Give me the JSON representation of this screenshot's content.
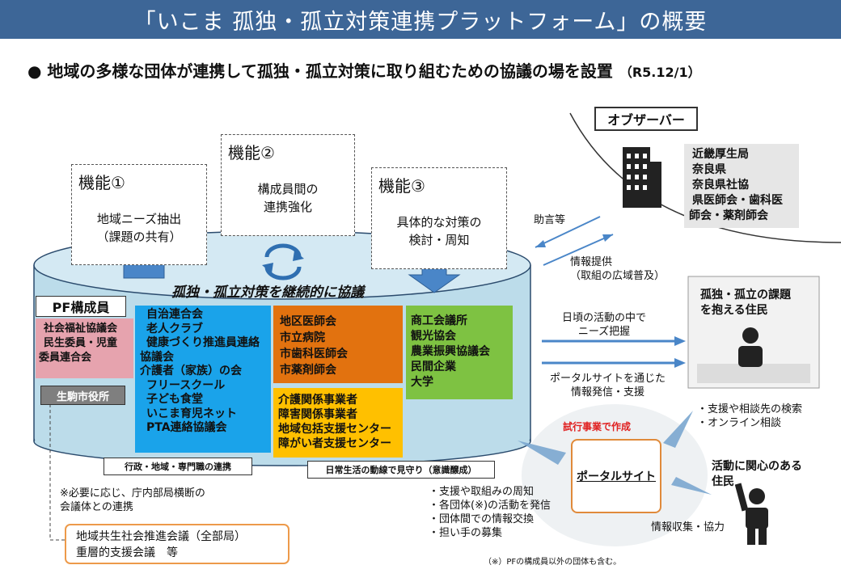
{
  "title": "「いこま 孤独・孤立対策連携プラットフォーム」の概要",
  "subtitle": {
    "bullet": "●",
    "text": "地域の多様な団体が連携して孤独・孤立対策に取り組むための協議の場を設置",
    "date": "（R5.12/1）"
  },
  "functions": [
    {
      "heading": "機能①",
      "body": [
        "地域ニーズ抽出",
        "（課題の共有）"
      ]
    },
    {
      "heading": "機能②",
      "body": [
        "構成員間の",
        "連携強化"
      ]
    },
    {
      "heading": "機能③",
      "body": [
        "具体的な対策の",
        "検討・周知"
      ]
    }
  ],
  "cylinder_caption": "孤独・孤立対策を継続的に協議",
  "pf_members": {
    "label": "PF構成員",
    "welfare": [
      "社会福祉協議会",
      "民生委員・児童",
      "委員連合会"
    ],
    "city_office": "生駒市役所"
  },
  "groups": {
    "community": [
      "自治連合会",
      "老人クラブ",
      "健康づくり推進員連絡",
      "協議会",
      "介護者（家族）の会",
      "フリースクール",
      "子ども食堂",
      "いこま育児ネット",
      "PTA連絡協議会"
    ],
    "medical": [
      "地区医師会",
      "市立病院",
      "市歯科医師会",
      "市薬剤師会"
    ],
    "care": [
      "介護関係事業者",
      "障害関係事業者",
      "地域包括支援センター",
      "障がい者支援センター"
    ],
    "business": [
      "商工会議所",
      "観光協会",
      "農業振興協議会",
      "民間企業",
      "大学"
    ]
  },
  "bottom_labels": {
    "cooperation": "行政・地域・専門職の連携",
    "watch": "日常生活の動線で見守り（意識醸成）"
  },
  "note_left": [
    "※必要に応じ、庁内部局横断の",
    "会議体との連携"
  ],
  "council": [
    "地域共生社会推進会議（全部局）",
    "重層的支援会議　等"
  ],
  "observer": {
    "label": "オブザーバー",
    "members": [
      "近畿厚生局",
      "奈良県",
      "奈良県社協",
      "県医師会・歯科医",
      "師会・薬剤師会"
    ]
  },
  "arrows": {
    "advice": "助言等",
    "info": [
      "情報提供",
      "（取組の広域普及）"
    ],
    "daily": [
      "日頃の活動の中で",
      "ニーズ把握"
    ],
    "portal": [
      "ポータルサイトを通じた",
      "情報発信・支援"
    ]
  },
  "residents": [
    "孤独・孤立の課題",
    "を抱える住民"
  ],
  "portal": {
    "trial": "試行事業で作成",
    "label": "ポータルサイト",
    "features_right": [
      "・支援や相談先の検索",
      "・オンライン相談"
    ],
    "features_left": [
      "・支援や取組みの周知",
      "・各団体(※)の活動を発信",
      "・団体間での情報交換",
      "・担い手の募集"
    ],
    "active": [
      "活動に関心のある",
      "住民"
    ],
    "collect": "情報収集・協力",
    "footnote": "（※）PFの構成員以外の団体も含む。"
  },
  "colors": {
    "title_bg": "#3d6697",
    "cylinder": "#bcdcea",
    "community": "#1aa3ea",
    "medical": "#e2720f",
    "care": "#ffc000",
    "business": "#7ec242",
    "welfare": "#e6a3ae",
    "arrow": "#4a86c8",
    "council_border": "#ed9a4a"
  }
}
